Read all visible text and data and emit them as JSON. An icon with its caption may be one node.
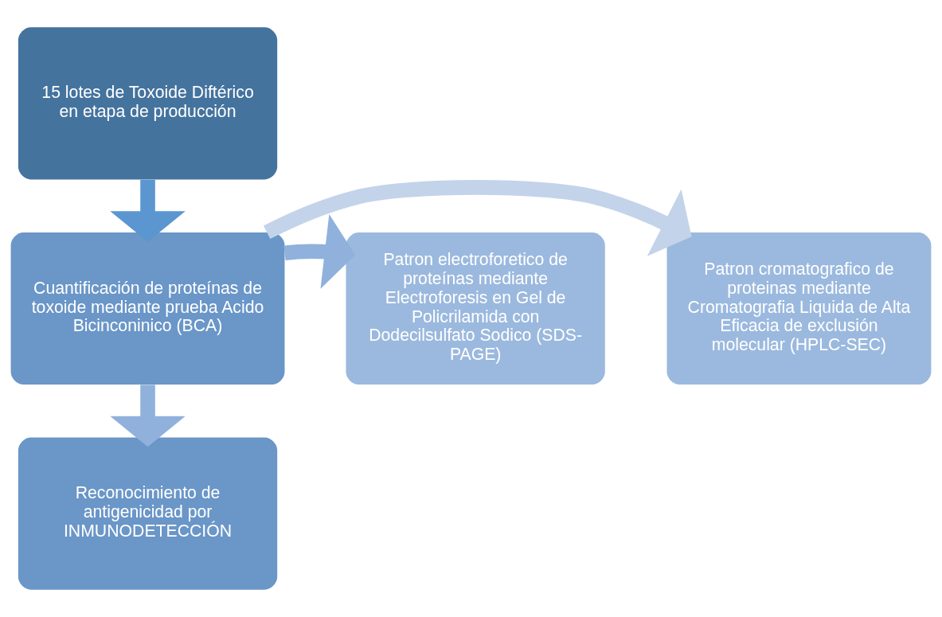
{
  "diagram": {
    "nodes": [
      {
        "text": [
          "15 lotes de Toxoide Diftérico en etapa de producción"
        ]
      },
      {
        "text": [
          "Cuantificación de proteínas de toxoide mediante prueba Acido Bicinconinico (BCA)"
        ]
      },
      {
        "text": [
          "Patron cromatografico de proteinas mediante Cromatografia Liquida de Alta Eficacia de exclusión molecular (HPLC-SEC)"
        ]
      },
      {
        "text": [
          "Patron electroforetico de proteínas mediante Electroforesis en Gel de Policrilamida con Dodecilsulfato Sodico (SDS-PAGE)"
        ]
      },
      {
        "text": [
          "Reconocimiento de antigenicidad por INMUNODETECCIÓN"
        ]
      }
    ],
    "edges": [
      {
        "from": 0,
        "to": 1,
        "arrow": "to",
        "color": "#5b96d0"
      },
      {
        "from": 1,
        "to": 2,
        "arrow": "to",
        "color": "#c3d3ea"
      },
      {
        "from": 1,
        "to": 3,
        "arrow": "to"
      },
      {
        "from": 1,
        "to": 4,
        "arrow": "to"
      }
    ]
  }
}
